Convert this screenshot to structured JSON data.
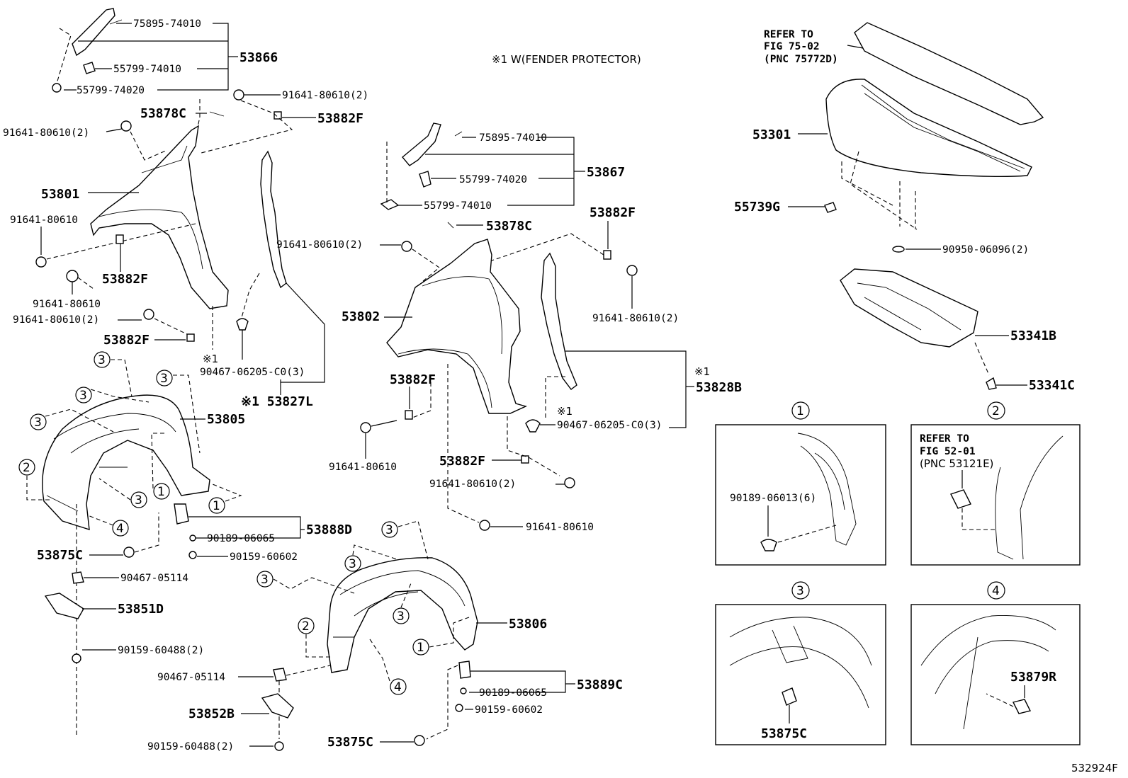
{
  "note": "※1 W(FENDER PROTECTOR)",
  "figure_code": "532924F",
  "left_fender_group": {
    "group_label": "53866",
    "items": [
      "75895-74010",
      "55799-74010",
      "55799-74020"
    ],
    "bolt_top": "91641-80610(2)",
    "pad_top": "53882F",
    "clip_top": "53878C",
    "bolt_left": "91641-80610(2)",
    "fender": "53801",
    "bolt_mid": "91641-80610",
    "pad_mid": "53882F",
    "bolt_low": "91641-80610",
    "bolt_low2": "91641-80610(2)",
    "pad_low": "53882F",
    "mark": "※1",
    "clip": "90467-06205-C0(3)",
    "seal": "※1 53827L"
  },
  "right_fender_group": {
    "group_label": "53867",
    "items": [
      "75895-74010",
      "55799-74020",
      "55799-74010"
    ],
    "clip_top": "53878C",
    "pad_top": "53882F",
    "bolt_left": "91641-80610(2)",
    "fender": "53802",
    "bolt_right": "91641-80610(2)",
    "mark_seal": "※1",
    "seal": "53828B",
    "pad_left": "53882F",
    "bolt_left_low": "91641-80610",
    "mark_clip": "※1",
    "clip": "90467-06205-C0(3)",
    "pad_low": "53882F",
    "bolt_low": "91641-80610(2)",
    "bolt_bottom": "91641-80610"
  },
  "hood_group": {
    "refer_top": [
      "REFER TO",
      "FIG 75-02",
      "(PNC 75772D)"
    ],
    "hood": "53301",
    "cushion": "55739G",
    "plug": "90950-06096(2)",
    "insulator": "53341B",
    "clip": "53341C"
  },
  "left_liner_group": {
    "liner": "53805",
    "circle_labels": [
      "3",
      "3",
      "3",
      "3",
      "2",
      "3",
      "4",
      "1",
      "1"
    ],
    "clip_a": "53875C",
    "nut": "90467-05114",
    "shield": "53851D",
    "screw": "90159-60488(2)",
    "bracket": "53888D",
    "clip_b": "90189-06065",
    "screw_b": "90159-60602"
  },
  "right_liner_group": {
    "liner": "53806",
    "circle_labels": [
      "3",
      "3",
      "3",
      "3",
      "2",
      "1",
      "4"
    ],
    "nut": "90467-05114",
    "shield": "53852B",
    "screw": "90159-60488(2)",
    "bracket": "53889C",
    "clip_b": "90189-06065",
    "screw_b": "90159-60602",
    "clip_a": "53875C"
  },
  "detail_boxes": [
    {
      "number": "1",
      "label": "90189-06013(6)"
    },
    {
      "number": "2",
      "refer": [
        "REFER TO",
        "FIG 52-01",
        "(PNC 53121E)"
      ]
    },
    {
      "number": "3",
      "label": "53875C"
    },
    {
      "number": "4",
      "label": "53879R"
    }
  ]
}
